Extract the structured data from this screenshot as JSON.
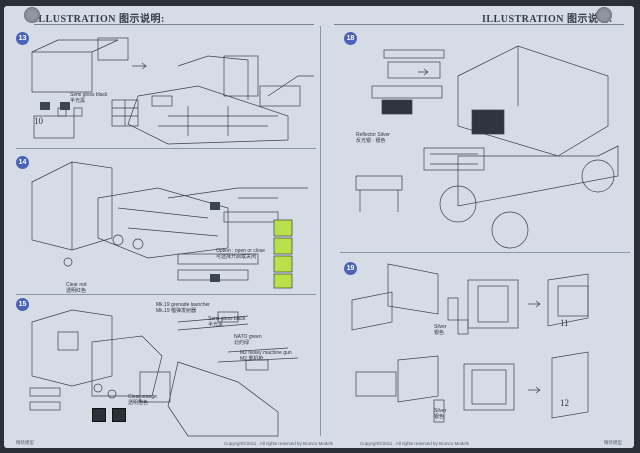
{
  "header": {
    "title_left": "ILLUSTRATION 图示说明:",
    "title_right": "ILLUSTRATION 图示说明:"
  },
  "steps": [
    "13",
    "14",
    "15",
    "18",
    "19"
  ],
  "subassemblies": [
    "10",
    "11",
    "12"
  ],
  "callouts": {
    "semi_gloss_black": "Semi gloss black\n半光黑",
    "option": "Option : open or close\n可选择开启或关闭",
    "clear_red": "Clear red\n透明红色",
    "mk19": "Mk.19 grenade launcher\nMk.19 榴弹发射器",
    "semi_gloss_black_2": "Semi gloss black\n半光黑",
    "nato_green": "NATO green\n北约绿",
    "m2": "M2 heavy machine gun\nM2 重机枪",
    "clear_orange": "Clear orange\n透明橙色",
    "reflector_silver": "Reflector Silver\n反光银 · 银色",
    "silver": "Silver\n银色",
    "silver_2": "Silver\n银色"
  },
  "footer": {
    "left": "精装模型",
    "center_left": "Copyright©2011 . All rights reserved by Bronco Models",
    "center_right": "Copyright©2011 . All rights reserved by Bronco Models",
    "right": "精装模型"
  }
}
